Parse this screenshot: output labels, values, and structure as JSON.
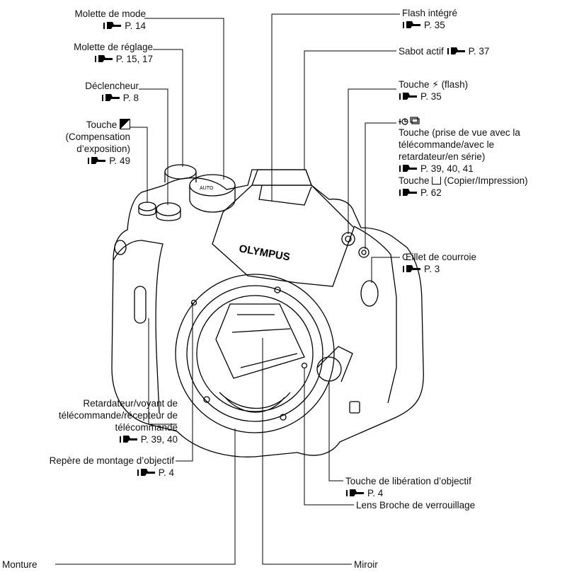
{
  "labels": {
    "mode_dial": {
      "name": "Molette de mode",
      "ref": "P. 14"
    },
    "control_dial": {
      "name": "Molette de réglage",
      "ref": "P. 15, 17"
    },
    "shutter": {
      "name": "Déclencheur",
      "ref": "P. 8"
    },
    "exposure": {
      "prefix": "Touche",
      "line2": "(Compensation",
      "line3": "d’exposition)",
      "ref": "P. 49"
    },
    "self_timer": {
      "line1": "Retardateur/voyant de",
      "line2": "télécommande/récepteur de",
      "line3": "télécommande",
      "ref": "P. 39, 40"
    },
    "mount_mark": {
      "name": "Repère de montage d’objectif",
      "ref": "P. 4"
    },
    "mount": {
      "name": "Monture"
    },
    "flash_builtin": {
      "name": "Flash intégré",
      "ref": "P. 35"
    },
    "hot_shoe": {
      "name": "Sabot actif",
      "ref": "P. 37"
    },
    "flash_button": {
      "prefix": "Touche",
      "suffix": "(flash)",
      "ref": "P. 35"
    },
    "drive_button": {
      "line1": "Touche (prise de vue avec la",
      "line2": "télécommande/avec le",
      "line3": "retardateur/en série)",
      "ref": "P. 39, 40, 41",
      "copy_prefix": "Touche",
      "copy_suffix": "(Copier/Impression)",
      "copy_ref": "P. 62"
    },
    "strap_eyelet": {
      "name": "Œillet de courroie",
      "ref": "P. 3"
    },
    "lens_release": {
      "name": "Touche de libération d’objectif",
      "ref": "P. 4"
    },
    "lock_pin": {
      "name": "Lens Broche de verrouillage"
    },
    "mirror": {
      "name": "Miroir"
    }
  },
  "camera": {
    "brand": "OLYMPUS",
    "dial_text": "AUTO"
  }
}
